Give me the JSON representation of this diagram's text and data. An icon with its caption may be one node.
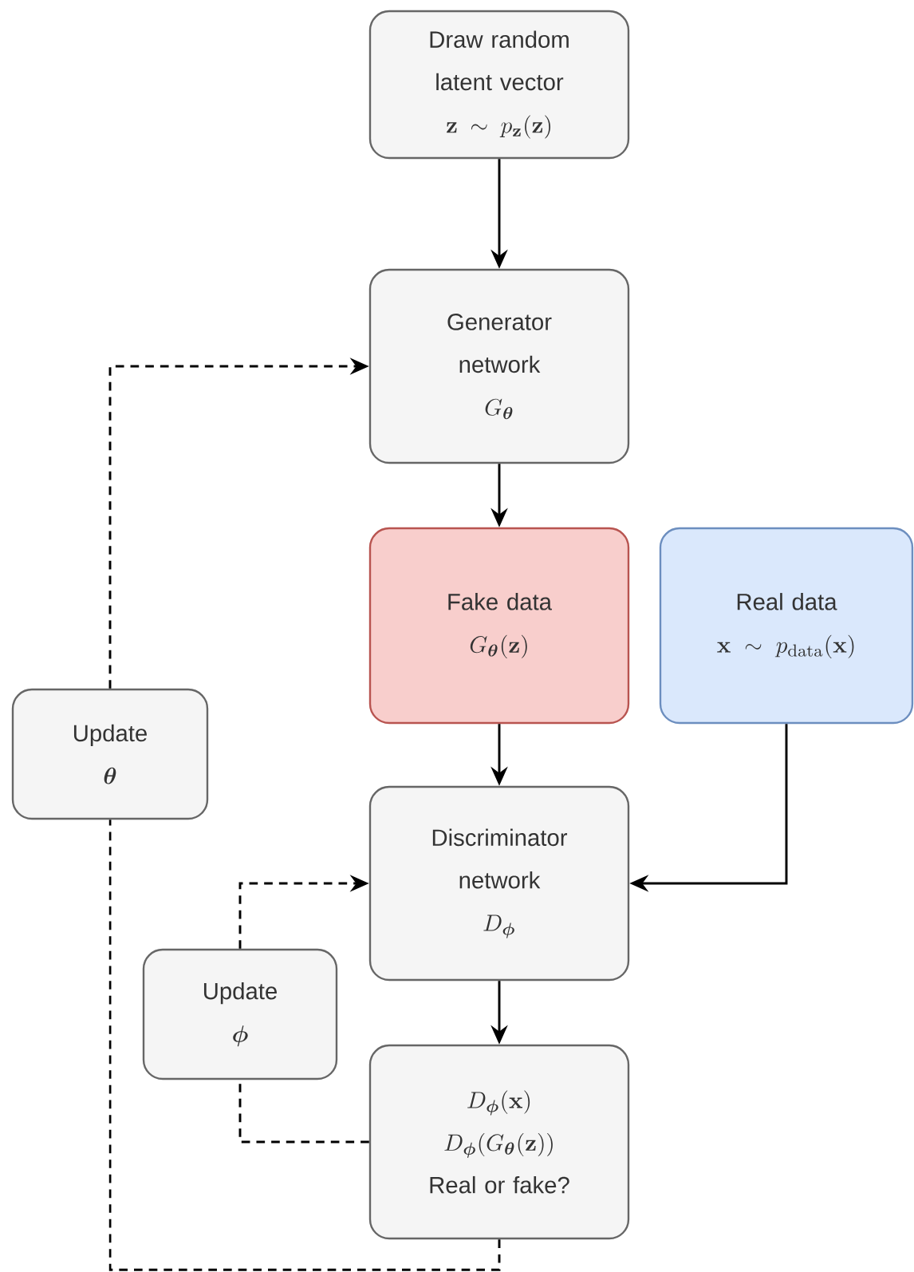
{
  "diagram": {
    "nodes": [
      {
        "text": [
          "Draw random latent vector",
          "\\mathbf{z} \\sim p_{\\mathbf{z}}(\\mathbf{z})"
        ]
      },
      {
        "text": [
          "Generator network",
          "G_{\\boldsymbol{\\theta}}"
        ]
      },
      {
        "text": [
          "Fake data",
          "G_{\\boldsymbol{\\theta}}(\\mathbf{z})"
        ]
      },
      {
        "text": [
          "Real data",
          "\\mathbf{x} \\sim p_{\\mathrm{data}}(\\mathbf{x})"
        ]
      },
      {
        "text": [
          "Discriminator network",
          "D_{\\boldsymbol{\\phi}}"
        ]
      },
      {
        "text": [
          "D_{\\boldsymbol{\\phi}}(\\mathbf{x})",
          "D_{\\boldsymbol{\\phi}}(G_{\\boldsymbol{\\theta}}(\\mathbf{z}))",
          "Real or fake?"
        ]
      },
      {
        "text": [
          "Update",
          "\\boldsymbol{\\theta}"
        ]
      },
      {
        "text": [
          "Update",
          "\\boldsymbol{\\phi}"
        ]
      }
    ],
    "edges": [
      {
        "from": 0,
        "to": 1,
        "arrow": "to"
      },
      {
        "from": 1,
        "to": 2,
        "arrow": "to"
      },
      {
        "from": 2,
        "to": 4,
        "arrow": "to"
      },
      {
        "from": 3,
        "to": 4,
        "arrow": "to"
      },
      {
        "from": 4,
        "to": 5,
        "arrow": "to"
      },
      {
        "from": 5,
        "to": 7,
        "arrow": "none",
        "style": "dashed"
      },
      {
        "from": 7,
        "to": 4,
        "arrow": "to",
        "style": "dashed"
      },
      {
        "from": 5,
        "to": 6,
        "arrow": "none",
        "style": "dashed"
      },
      {
        "from": 6,
        "to": 1,
        "arrow": "to",
        "style": "dashed"
      }
    ]
  }
}
